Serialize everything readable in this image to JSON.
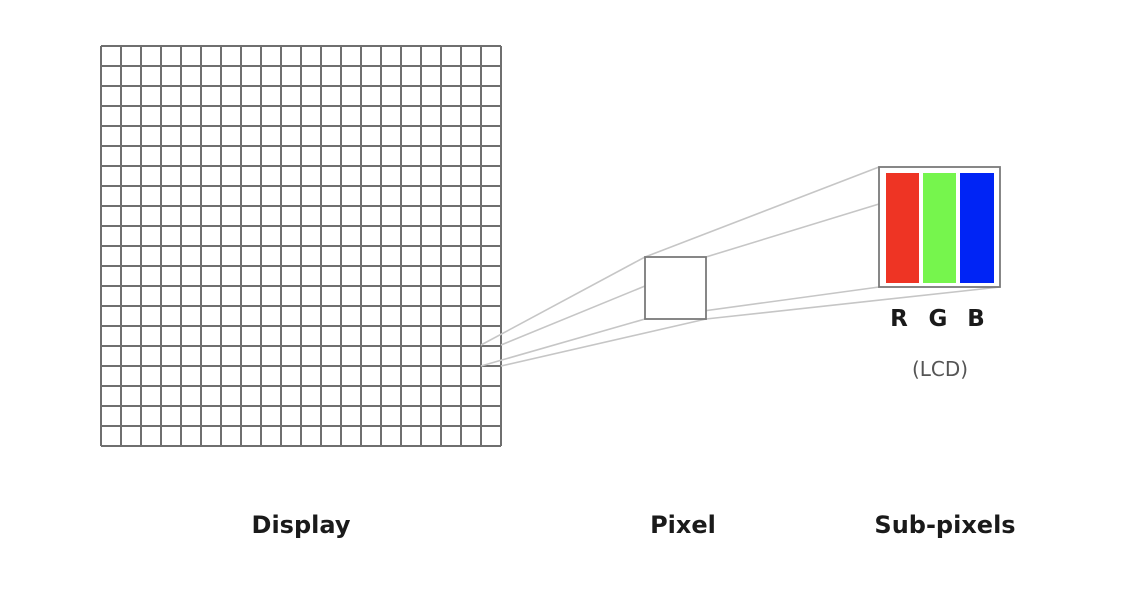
{
  "labels": {
    "display": "Display",
    "pixel": "Pixel",
    "subpixels": "Sub-pixels",
    "r": "R",
    "g": "G",
    "b": "B",
    "lcd": "(LCD)"
  },
  "display_grid": {
    "columns": 20,
    "rows": 20
  },
  "subpixels": [
    {
      "label": "R",
      "color": "#ee3424"
    },
    {
      "label": "G",
      "color": "#76f54d"
    },
    {
      "label": "B",
      "color": "#0024f5"
    }
  ],
  "colors": {
    "grid_line": "#6f6f6f",
    "zoom_line": "#c6c6c6",
    "box_outline": "#7a7a7a",
    "label_text": "#1a1a1a",
    "note_text": "#555555"
  }
}
